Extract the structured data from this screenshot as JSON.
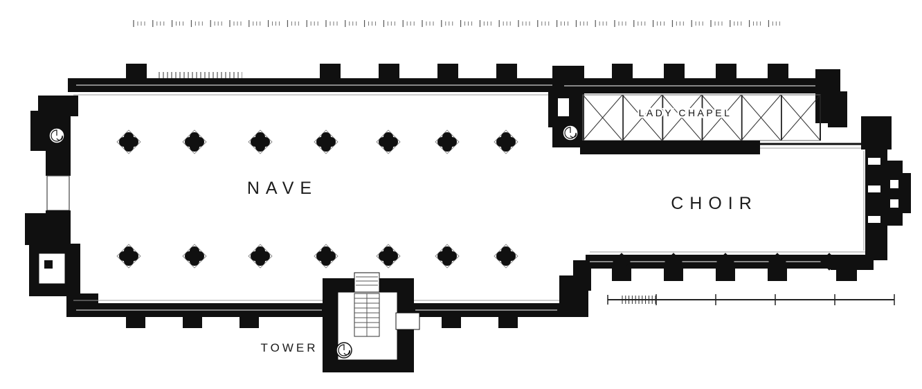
{
  "figure": {
    "type": "architectural-floor-plan",
    "subject": "church ground plan",
    "ink_color": "#101010",
    "paper_color": "#ffffff"
  },
  "labels": {
    "nave": "NAVE",
    "choir": "CHOIR",
    "lady_chapel": "LADY CHAPEL",
    "tower": "TOWER"
  }
}
